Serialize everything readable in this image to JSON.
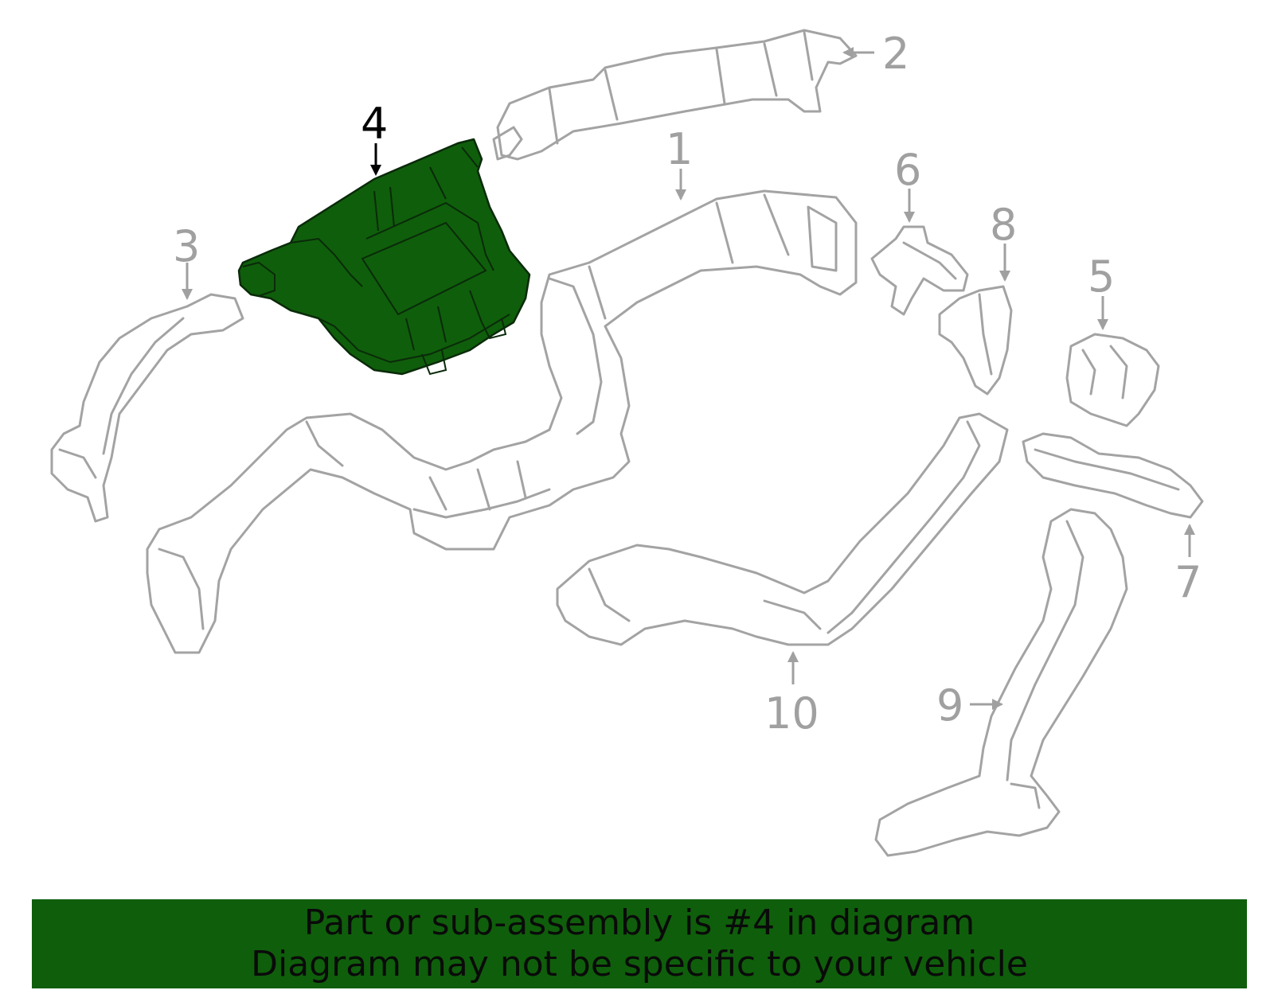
{
  "callouts": {
    "c1": "1",
    "c2": "2",
    "c3": "3",
    "c4": "4",
    "c5": "5",
    "c6": "6",
    "c7": "7",
    "c8": "8",
    "c9": "9",
    "c10": "10"
  },
  "banner": {
    "line1": "Part or sub-assembly is #4 in diagram",
    "line2": "Diagram may not be specific to your vehicle"
  },
  "colors": {
    "highlight": "#0f5e0b",
    "banner_bg": "#0f5e0b",
    "outline": "#a3a3a3",
    "callout_text": "#a0a0a0"
  },
  "selected_part": "4"
}
